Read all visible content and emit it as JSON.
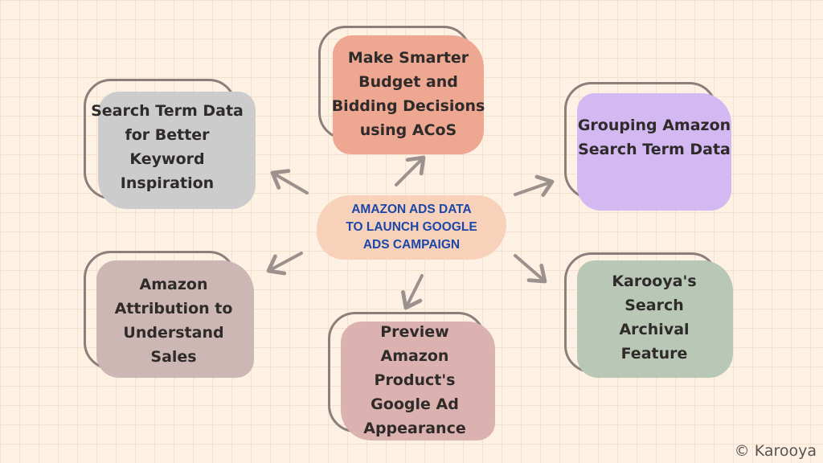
{
  "center": {
    "text": "AMAZON ADS DATA\nTO LAUNCH GOOGLE\nADS CAMPAIGN"
  },
  "nodes": [
    {
      "id": "budget",
      "text": "Make Smarter\nBudget and\nBidding Decisions\nusing ACoS",
      "color": "#eea892"
    },
    {
      "id": "search-term",
      "text": "Search Term Data\nfor Better\nKeyword\nInspiration",
      "color": "#cccccc"
    },
    {
      "id": "grouping",
      "text": "Grouping Amazon\nSearch Term Data",
      "color": "#d3b8f2"
    },
    {
      "id": "attribution",
      "text": "Amazon\nAttribution to\nUnderstand\nSales",
      "color": "#ccb7b4"
    },
    {
      "id": "preview",
      "text": "Preview\nAmazon\nProduct's\nGoogle Ad\nAppearance",
      "color": "#dcb2b0"
    },
    {
      "id": "archival",
      "text": "Karooya's\nSearch\nArchival\nFeature",
      "color": "#b9c8b6"
    }
  ],
  "watermark": "© Karooya",
  "colors": {
    "arrow": "#9d918e",
    "outline": "#8c7f7b",
    "center_text": "#1a47a8"
  }
}
